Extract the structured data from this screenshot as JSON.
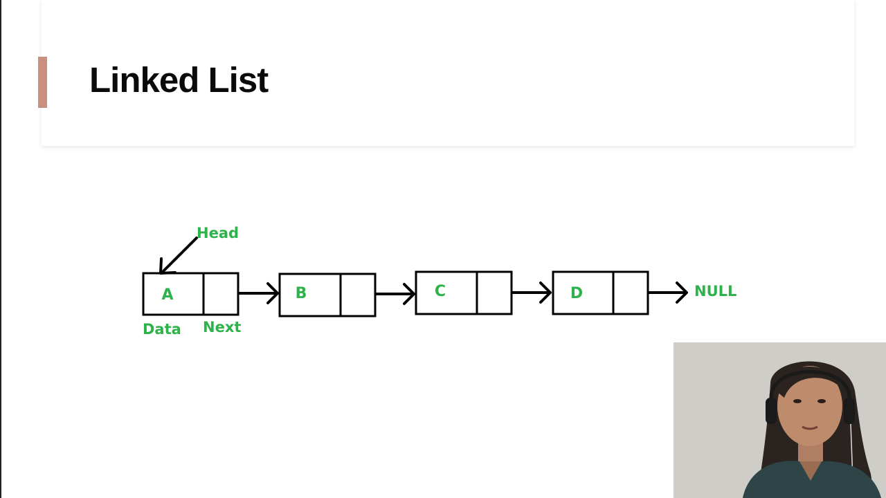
{
  "slide": {
    "title": "Linked List"
  },
  "diagram": {
    "head_label": "Head",
    "data_label": "Data",
    "next_label": "Next",
    "null_label": "NULL",
    "nodes": [
      {
        "value": "A"
      },
      {
        "value": "B"
      },
      {
        "value": "C"
      },
      {
        "value": "D"
      }
    ]
  },
  "colors": {
    "accent": "#c9907f",
    "label_green": "#2db34a",
    "stroke": "#000000"
  }
}
